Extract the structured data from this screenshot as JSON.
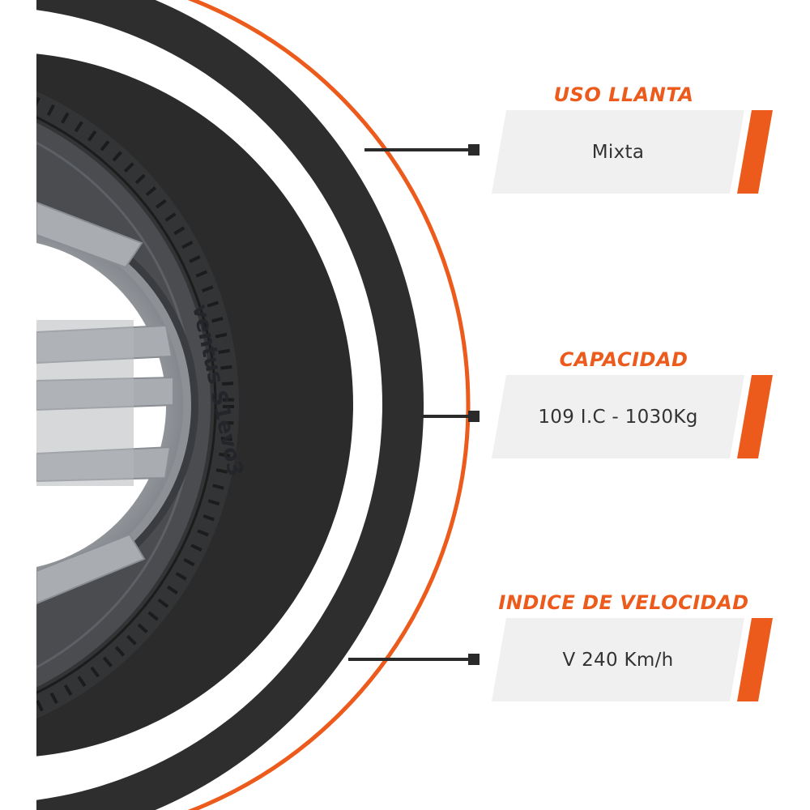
{
  "colors": {
    "accent": "#ec5a1c",
    "tire": "#2e2e2e",
    "rim": "#a8acb0",
    "panel": "#f0f0f0",
    "text": "#333333"
  },
  "tire": {
    "sidewall_text": "ventus S1evo3"
  },
  "specs": [
    {
      "title": "USO LLANTA",
      "value": "Mixta"
    },
    {
      "title": "CAPACIDAD",
      "value": "109 I.C - 1030Kg"
    },
    {
      "title": "INDICE DE VELOCIDAD",
      "value": "V 240 Km/h"
    }
  ]
}
